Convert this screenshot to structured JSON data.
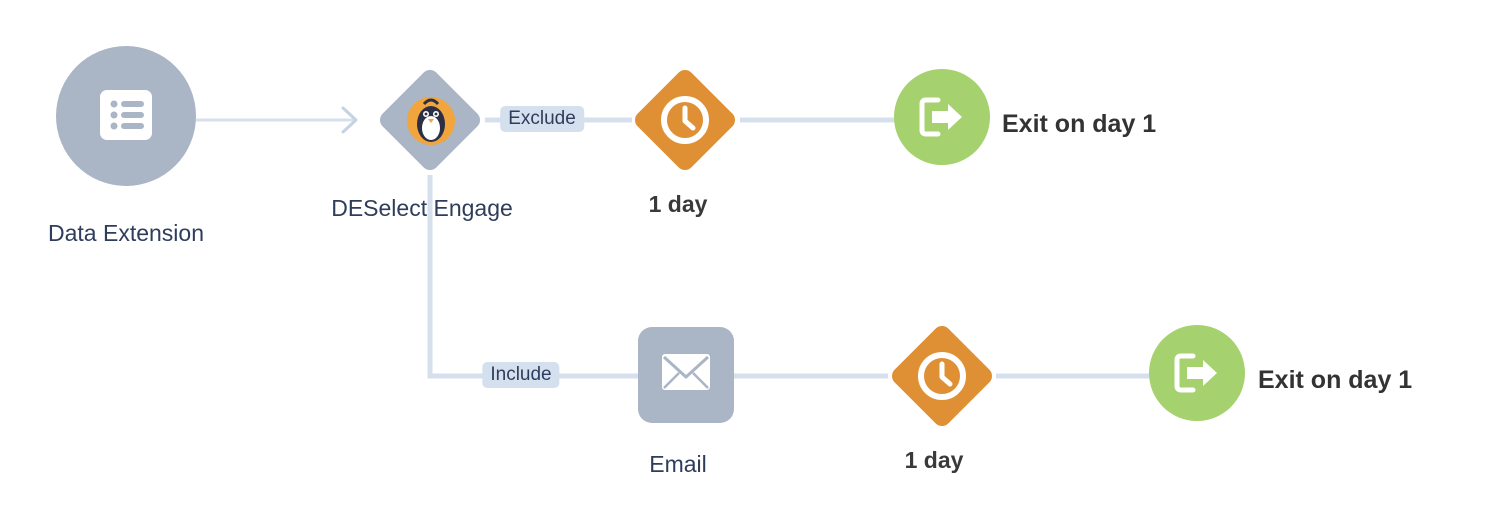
{
  "canvas": {
    "connector_color": "#d5e0ec",
    "arrow_color": "#c6d2e4"
  },
  "nodes": {
    "data_extension": {
      "label": "Data Extension",
      "icon": "list-icon",
      "color": "#aab5c5"
    },
    "deselect_engage": {
      "label": "DESelect Engage",
      "icon": "penguin-logo-icon",
      "color": "#aab5c5",
      "logo_color": "#f2a53c"
    },
    "wait_top": {
      "label": "1 day",
      "icon": "clock-icon",
      "color": "#e09034"
    },
    "exit_top": {
      "label": "Exit on day 1",
      "icon": "exit-icon",
      "color": "#a5d16e"
    },
    "email": {
      "label": "Email",
      "icon": "envelope-icon",
      "color": "#aab5c5"
    },
    "wait_bottom": {
      "label": "1 day",
      "icon": "clock-icon",
      "color": "#e09034"
    },
    "exit_bottom": {
      "label": "Exit on day 1",
      "icon": "exit-icon",
      "color": "#a5d16e"
    }
  },
  "paths": {
    "exclude_label": "Exclude",
    "include_label": "Include"
  }
}
